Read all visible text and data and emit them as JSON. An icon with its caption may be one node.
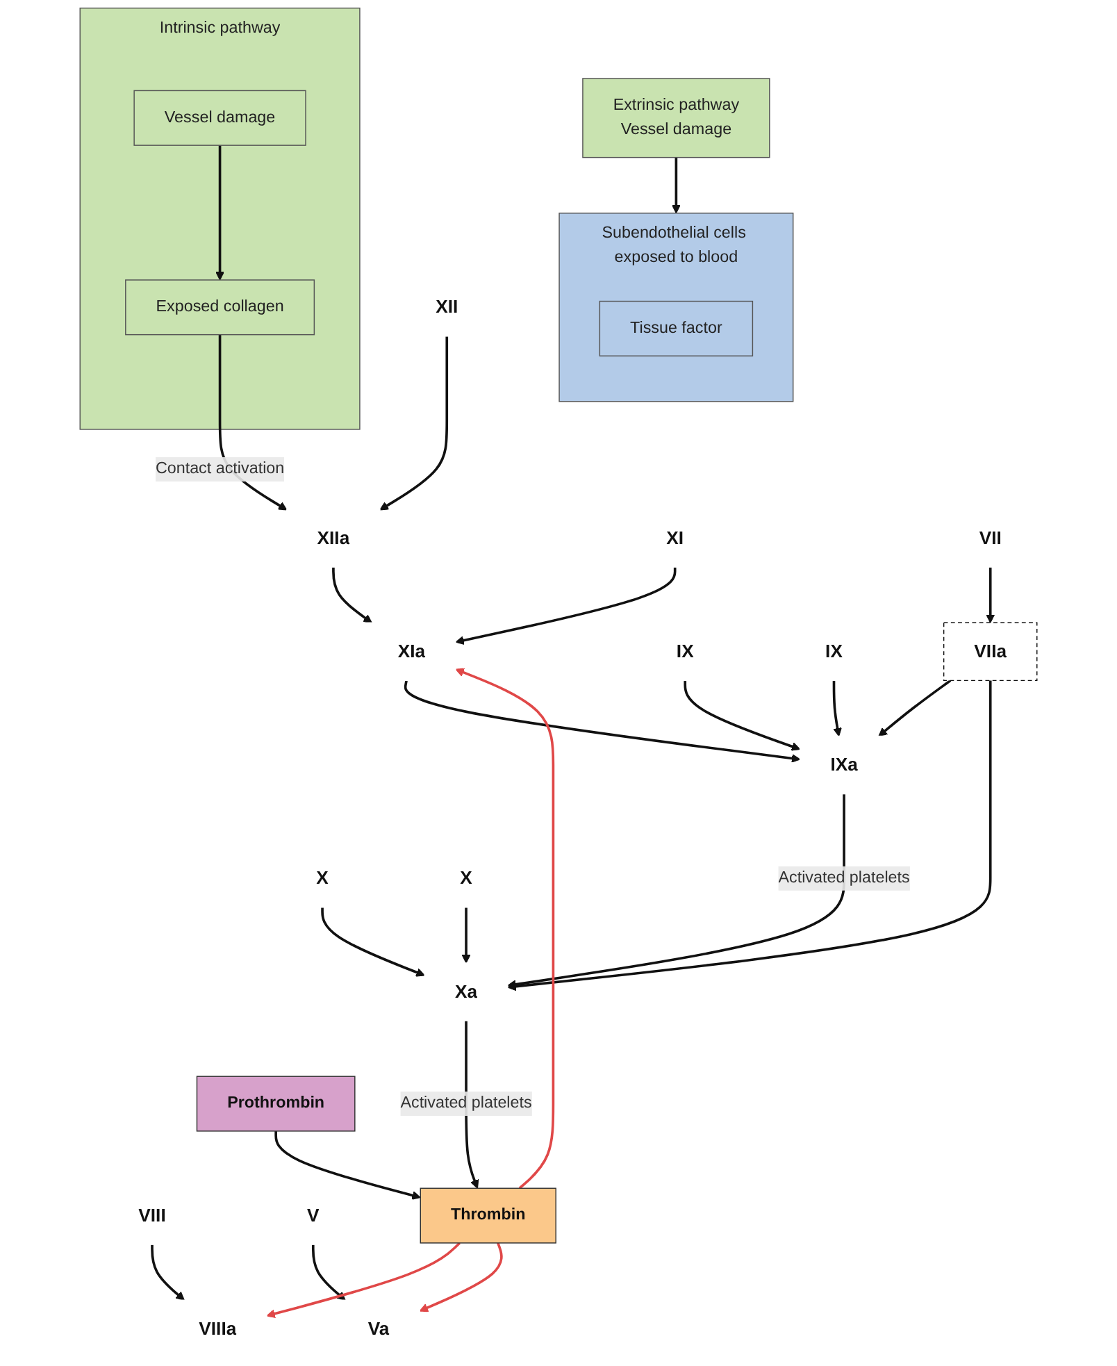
{
  "diagram": {
    "nodes": [
      {
        "text": [
          "Intrinsic pathway"
        ]
      },
      {
        "text": [
          "Vessel damage"
        ],
        "in": 0
      },
      {
        "text": [
          "Exposed collagen"
        ],
        "in": 0
      },
      {
        "text": [
          "Extrinsic pathway",
          "Vessel damage"
        ]
      },
      {
        "text": [
          "Subendothelial cells exposed to blood"
        ]
      },
      {
        "text": [
          "Tissue factor"
        ],
        "in": 4
      },
      {
        "text": [
          "VIIa"
        ]
      },
      {
        "text": [
          "VII"
        ]
      },
      {
        "text": [
          "XII"
        ]
      },
      {
        "text": [
          "XIIa"
        ]
      },
      {
        "text": [
          "XI"
        ]
      },
      {
        "text": [
          "XIa"
        ]
      },
      {
        "text": [
          "IX"
        ]
      },
      {
        "text": [
          "IXa"
        ]
      },
      {
        "text": [
          "IX"
        ]
      },
      {
        "text": [
          "VIII"
        ]
      },
      {
        "text": [
          "VIIIa"
        ]
      },
      {
        "text": [
          "X"
        ]
      },
      {
        "text": [
          "Xa"
        ]
      },
      {
        "text": [
          "X"
        ]
      },
      {
        "text": [
          "V"
        ]
      },
      {
        "text": [
          "Va"
        ]
      },
      {
        "text": [
          "Prothrombin"
        ]
      },
      {
        "text": [
          "Thrombin"
        ]
      }
    ],
    "edges": [
      {
        "from": 1,
        "to": 2,
        "arrow": "to"
      },
      {
        "from": 3,
        "to": 4,
        "arrow": "to"
      },
      {
        "from": 7,
        "to": 6,
        "arrow": "to"
      },
      {
        "from": 2,
        "to": 9,
        "arrow": "to",
        "label": "Contact activation"
      },
      {
        "from": 8,
        "to": 9,
        "arrow": "to"
      },
      {
        "from": 9,
        "to": 11,
        "arrow": "to"
      },
      {
        "from": 10,
        "to": 11,
        "arrow": "to"
      },
      {
        "from": 11,
        "to": 13,
        "arrow": "to"
      },
      {
        "from": 12,
        "to": 13,
        "arrow": "to"
      },
      {
        "from": 14,
        "to": 13,
        "arrow": "to"
      },
      {
        "from": 6,
        "to": 13,
        "arrow": "to"
      },
      {
        "from": 15,
        "to": 16,
        "arrow": "to"
      },
      {
        "from": 13,
        "to": 18,
        "arrow": "to",
        "label": "Activated platelets"
      },
      {
        "from": 17,
        "to": 18,
        "arrow": "to"
      },
      {
        "from": 19,
        "to": 18,
        "arrow": "to"
      },
      {
        "from": 6,
        "to": 18,
        "arrow": "to"
      },
      {
        "from": 20,
        "to": 21,
        "arrow": "to"
      },
      {
        "from": 18,
        "to": 23,
        "arrow": "to",
        "label": "Activated platelets"
      },
      {
        "from": 22,
        "to": 23,
        "arrow": "to"
      },
      {
        "from": 23,
        "to": 11,
        "arrow": "to",
        "color": "#e04848"
      },
      {
        "from": 23,
        "to": 16,
        "arrow": "to",
        "color": "#e04848"
      },
      {
        "from": 23,
        "to": 21,
        "arrow": "to",
        "color": "#e04848"
      }
    ]
  }
}
